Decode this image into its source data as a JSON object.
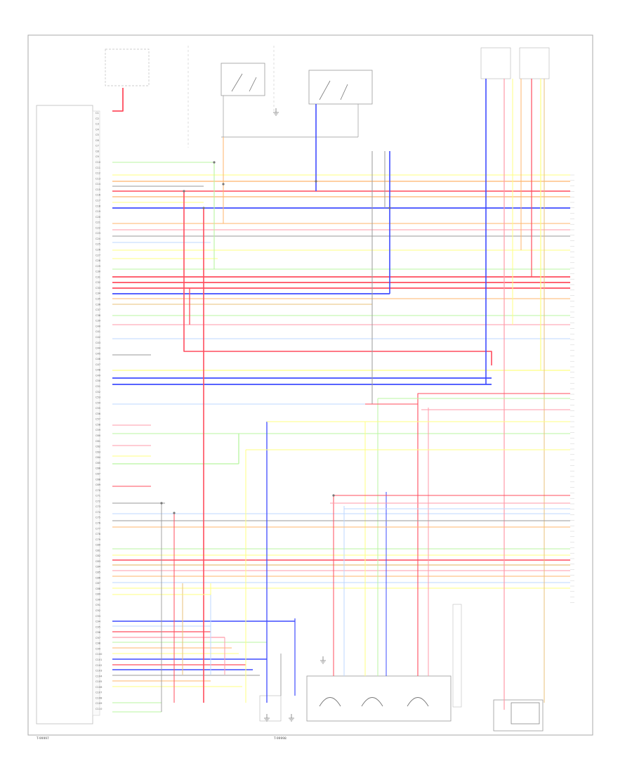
{
  "diagram": {
    "footer_left": "T-99997",
    "footer_center": "T-99998",
    "colors": {
      "red": "#ff4d5e",
      "blue": "#3f4cff",
      "green": "#66ff66",
      "yellow": "#ffff80",
      "orange": "#ffb46b",
      "pink": "#ff9aa8",
      "gray": "#9a9a9a",
      "lightgreen": "#b8f5a0",
      "lightblue": "#bcd7ff",
      "tan": "#e8c07a",
      "frame": "#9a9a9a"
    },
    "left_pins": [
      "C1",
      "C2",
      "C3",
      "C4",
      "C5",
      "C6",
      "C7",
      "C8",
      "C9",
      "C10",
      "C11",
      "C12",
      "C13",
      "C14",
      "C15",
      "C16",
      "C17",
      "C18",
      "C19",
      "C20",
      "C21",
      "C22",
      "C23",
      "C24",
      "C25",
      "C26",
      "C27",
      "C28",
      "C29",
      "C30",
      "C31",
      "C32",
      "C33",
      "C34",
      "C35",
      "C36",
      "C37",
      "C38",
      "C39",
      "C40",
      "C41",
      "C42",
      "C43",
      "C44",
      "C45",
      "C46",
      "C47",
      "C48",
      "C49",
      "C50",
      "C51",
      "C52",
      "C53",
      "C54",
      "C55",
      "C56",
      "C57",
      "C58",
      "C59",
      "C60",
      "C61",
      "C62",
      "C63",
      "C64",
      "C65",
      "C66",
      "C67",
      "C68",
      "C69",
      "C70",
      "C71",
      "C72",
      "C73",
      "C74",
      "C75",
      "C76",
      "C77",
      "C78",
      "C79",
      "C80",
      "C81",
      "C82",
      "C83",
      "C84",
      "C85",
      "C86",
      "C87",
      "C88",
      "C89",
      "C90",
      "C91",
      "C92",
      "C93",
      "C94",
      "C95",
      "C96",
      "C97",
      "C98",
      "C99",
      "C100",
      "C101",
      "C102",
      "C103",
      "C104",
      "C105",
      "C106",
      "C107",
      "C108",
      "C109",
      "C110"
    ]
  }
}
